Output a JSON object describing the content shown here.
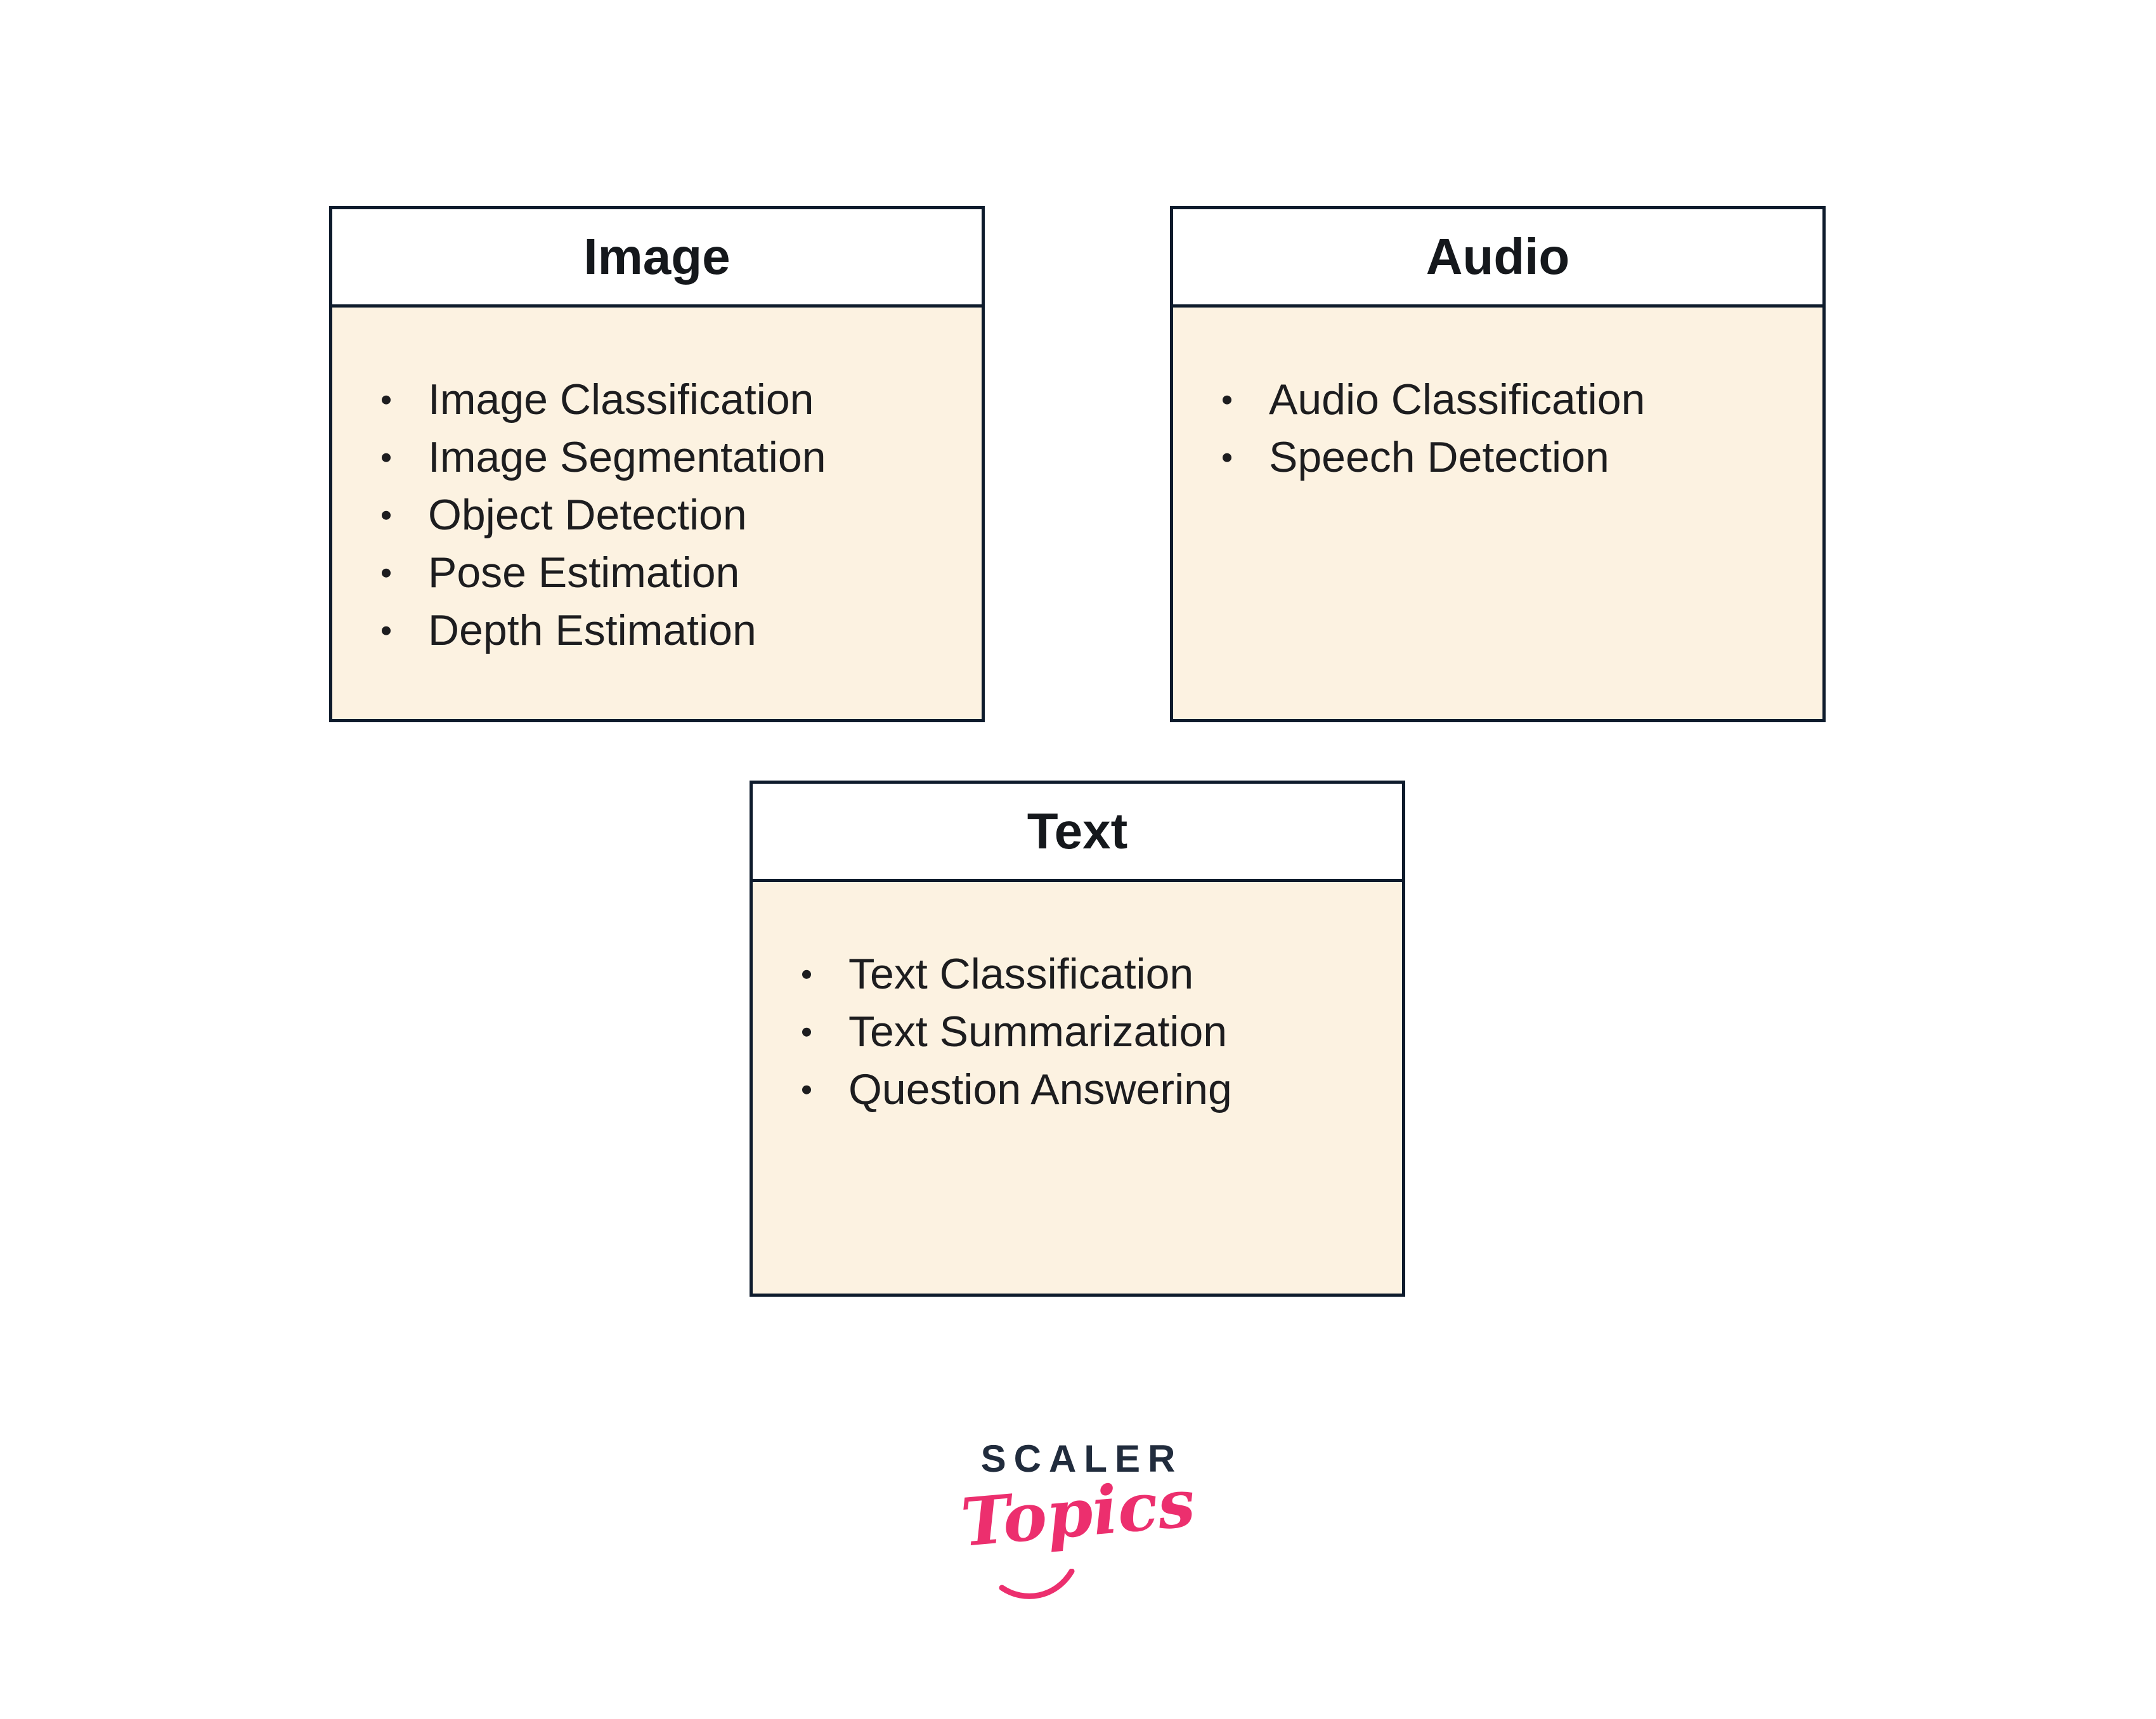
{
  "colors": {
    "border": "#0e1b2c",
    "panel_fill": "#fcf2e1",
    "header_fill": "#ffffff",
    "title_text": "#15181c",
    "list_text": "#1d1d1f",
    "logo_navy": "#212c3d",
    "logo_pink": "#ec2f6e",
    "page_bg": "#ffffff"
  },
  "boxes": [
    {
      "title": "Image",
      "items": [
        "Image Classification",
        "Image Segmentation",
        "Object Detection",
        "Pose Estimation",
        "Depth Estimation"
      ]
    },
    {
      "title": "Audio",
      "items": [
        "Audio Classification",
        "Speech Detection"
      ]
    },
    {
      "title": "Text",
      "items": [
        "Text Classification",
        "Text Summarization",
        "Question Answering"
      ]
    }
  ],
  "logo": {
    "brand": "SCALER",
    "sub": "Topics"
  }
}
